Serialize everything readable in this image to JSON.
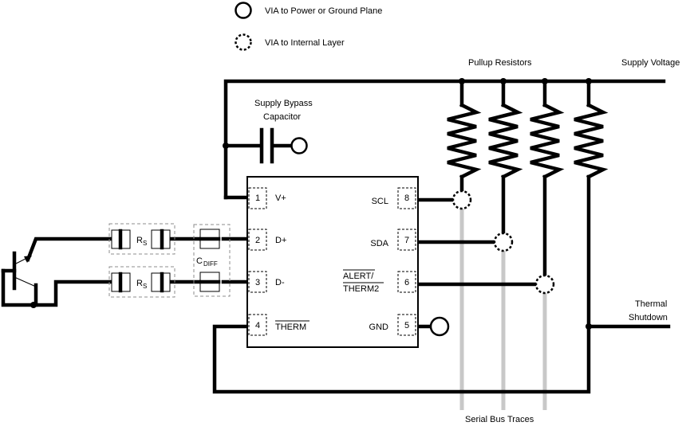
{
  "legend": {
    "solid_via": "VIA to Power or Ground Plane",
    "dashed_via": "VIA to Internal Layer"
  },
  "labels": {
    "pullup": "Pullup Resistors",
    "supply_voltage": "Supply Voltage",
    "bypass_line1": "Supply Bypass",
    "bypass_line2": "Capacitor",
    "thermal_line1": "Thermal",
    "thermal_line2": "Shutdown",
    "serial_bus": "Serial Bus Traces",
    "rs_main": "R",
    "rs_sub": "S",
    "cdiff_main": "C",
    "cdiff_sub": "DIFF"
  },
  "ic": {
    "pins_left": [
      {
        "num": "1",
        "name": "V+"
      },
      {
        "num": "2",
        "name": "D+"
      },
      {
        "num": "3",
        "name": "D-"
      },
      {
        "num": "4",
        "name": "THERM"
      }
    ],
    "pins_right": [
      {
        "num": "8",
        "name": "SCL"
      },
      {
        "num": "7",
        "name": "SDA"
      },
      {
        "num": "6",
        "name_line1": "ALERT/",
        "name_line2": "THERM2"
      },
      {
        "num": "5",
        "name": "GND"
      }
    ]
  }
}
